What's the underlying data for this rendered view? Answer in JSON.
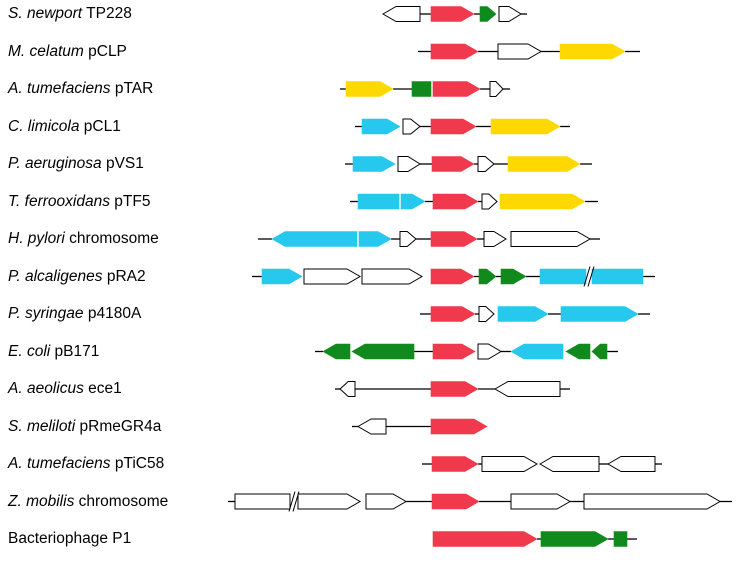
{
  "colors": {
    "red": "#f0394d",
    "green": "#108a1c",
    "yellow": "#ffd800",
    "blue": "#26c8ee",
    "white": "#ffffff",
    "stroke": "#000000"
  },
  "rows": [
    {
      "species": "S. newport",
      "element": "TP228",
      "genes": [
        {
          "s": 383,
          "e": 420,
          "dir": "L",
          "c": "white"
        },
        {
          "s": 431,
          "e": 474,
          "dir": "R",
          "c": "red"
        },
        {
          "s": 480,
          "e": 496,
          "dir": "R",
          "c": "green"
        },
        {
          "s": 499,
          "e": 521,
          "dir": "R",
          "c": "white"
        }
      ],
      "lines": [
        [
          420,
          431
        ],
        [
          474,
          480
        ],
        [
          521,
          527
        ]
      ]
    },
    {
      "species": "M. celatum",
      "element": "pCLP",
      "genes": [
        {
          "s": 431,
          "e": 478,
          "dir": "R",
          "c": "red"
        },
        {
          "s": 498,
          "e": 541,
          "dir": "R",
          "c": "white"
        },
        {
          "s": 560,
          "e": 625,
          "dir": "R",
          "c": "yellow"
        }
      ],
      "lines": [
        [
          418,
          431
        ],
        [
          478,
          498
        ],
        [
          541,
          560
        ],
        [
          625,
          640
        ]
      ]
    },
    {
      "species": "A. tumefaciens",
      "element": "pTAR",
      "genes": [
        {
          "s": 346,
          "e": 393,
          "dir": "R",
          "c": "yellow"
        },
        {
          "s": 412,
          "e": 431,
          "dir": "N",
          "c": "green"
        },
        {
          "s": 433,
          "e": 480,
          "dir": "R",
          "c": "red"
        },
        {
          "s": 490,
          "e": 503,
          "dir": "R",
          "c": "white"
        }
      ],
      "lines": [
        [
          340,
          346
        ],
        [
          393,
          412
        ],
        [
          480,
          490
        ],
        [
          503,
          510
        ]
      ]
    },
    {
      "species": "C. limicola",
      "element": "pCL1",
      "genes": [
        {
          "s": 362,
          "e": 400,
          "dir": "R",
          "c": "blue"
        },
        {
          "s": 403,
          "e": 420,
          "dir": "R",
          "c": "white"
        },
        {
          "s": 431,
          "e": 476,
          "dir": "R",
          "c": "red"
        },
        {
          "s": 491,
          "e": 560,
          "dir": "R",
          "c": "yellow"
        }
      ],
      "lines": [
        [
          355,
          362
        ],
        [
          420,
          431
        ],
        [
          476,
          491
        ],
        [
          560,
          570
        ]
      ]
    },
    {
      "species": "P. aeruginosa",
      "element": "pVS1",
      "genes": [
        {
          "s": 353,
          "e": 395,
          "dir": "R",
          "c": "blue"
        },
        {
          "s": 398,
          "e": 420,
          "dir": "R",
          "c": "white"
        },
        {
          "s": 432,
          "e": 474,
          "dir": "R",
          "c": "red"
        },
        {
          "s": 478,
          "e": 494,
          "dir": "R",
          "c": "white"
        },
        {
          "s": 508,
          "e": 580,
          "dir": "R",
          "c": "yellow"
        }
      ],
      "lines": [
        [
          345,
          353
        ],
        [
          420,
          432
        ],
        [
          474,
          478
        ],
        [
          494,
          508
        ],
        [
          580,
          592
        ]
      ]
    },
    {
      "species": "T. ferrooxidans",
      "element": "pTF5",
      "genes": [
        {
          "s": 358,
          "e": 399,
          "dir": "N",
          "c": "blue"
        },
        {
          "s": 401,
          "e": 425,
          "dir": "R",
          "c": "blue"
        },
        {
          "s": 433,
          "e": 478,
          "dir": "R",
          "c": "red"
        },
        {
          "s": 482,
          "e": 497,
          "dir": "R",
          "c": "white"
        },
        {
          "s": 500,
          "e": 585,
          "dir": "R",
          "c": "yellow"
        }
      ],
      "lines": [
        [
          350,
          358
        ],
        [
          425,
          433
        ],
        [
          478,
          482
        ],
        [
          585,
          598
        ]
      ]
    },
    {
      "species": "H. pylori",
      "element": "chromosome",
      "genes": [
        {
          "s": 272,
          "e": 357,
          "dir": "L",
          "c": "blue"
        },
        {
          "s": 359,
          "e": 391,
          "dir": "R",
          "c": "blue"
        },
        {
          "s": 400,
          "e": 416,
          "dir": "R",
          "c": "white"
        },
        {
          "s": 431,
          "e": 477,
          "dir": "R",
          "c": "red"
        },
        {
          "s": 484,
          "e": 506,
          "dir": "R",
          "c": "white"
        },
        {
          "s": 511,
          "e": 590,
          "dir": "R",
          "c": "white"
        }
      ],
      "lines": [
        [
          258,
          272
        ],
        [
          391,
          400
        ],
        [
          416,
          431
        ],
        [
          477,
          484
        ],
        [
          590,
          600
        ]
      ]
    },
    {
      "species": "P. alcaligenes",
      "element": "pRA2",
      "genes": [
        {
          "s": 262,
          "e": 302,
          "dir": "R",
          "c": "blue"
        },
        {
          "s": 304,
          "e": 360,
          "dir": "R",
          "c": "white"
        },
        {
          "s": 362,
          "e": 422,
          "dir": "R",
          "c": "white"
        },
        {
          "s": 431,
          "e": 474,
          "dir": "R",
          "c": "red"
        },
        {
          "s": 479,
          "e": 496,
          "dir": "R",
          "c": "green"
        },
        {
          "s": 501,
          "e": 526,
          "dir": "R",
          "c": "green"
        },
        {
          "s": 540,
          "e": 586,
          "dir": "N",
          "c": "blue"
        },
        {
          "s": 592,
          "e": 643,
          "dir": "N",
          "c": "blue"
        }
      ],
      "lines": [
        [
          252,
          262
        ],
        [
          474,
          479
        ],
        [
          496,
          501
        ],
        [
          526,
          540
        ],
        [
          643,
          655
        ]
      ],
      "breaks": [
        589
      ]
    },
    {
      "species": "P. syringae",
      "element": "p4180A",
      "genes": [
        {
          "s": 431,
          "e": 475,
          "dir": "R",
          "c": "red"
        },
        {
          "s": 479,
          "e": 494,
          "dir": "R",
          "c": "white"
        },
        {
          "s": 498,
          "e": 548,
          "dir": "R",
          "c": "blue"
        },
        {
          "s": 561,
          "e": 638,
          "dir": "R",
          "c": "blue"
        }
      ],
      "lines": [
        [
          420,
          431
        ],
        [
          475,
          479
        ],
        [
          548,
          561
        ],
        [
          638,
          650
        ]
      ]
    },
    {
      "species": "E. coli",
      "element": "pB171",
      "genes": [
        {
          "s": 323,
          "e": 350,
          "dir": "L",
          "c": "green"
        },
        {
          "s": 352,
          "e": 414,
          "dir": "L",
          "c": "green"
        },
        {
          "s": 433,
          "e": 475,
          "dir": "R",
          "c": "red"
        },
        {
          "s": 478,
          "e": 501,
          "dir": "R",
          "c": "white"
        },
        {
          "s": 511,
          "e": 563,
          "dir": "L",
          "c": "blue"
        },
        {
          "s": 566,
          "e": 590,
          "dir": "L",
          "c": "green"
        },
        {
          "s": 592,
          "e": 607,
          "dir": "L",
          "c": "green"
        }
      ],
      "lines": [
        [
          315,
          323
        ],
        [
          414,
          433
        ],
        [
          501,
          511
        ],
        [
          607,
          618
        ]
      ]
    },
    {
      "species": "A. aeolicus",
      "element": "ece1",
      "genes": [
        {
          "s": 340,
          "e": 355,
          "dir": "L",
          "c": "white"
        },
        {
          "s": 431,
          "e": 478,
          "dir": "R",
          "c": "red"
        },
        {
          "s": 495,
          "e": 560,
          "dir": "L",
          "c": "white"
        }
      ],
      "lines": [
        [
          335,
          340
        ],
        [
          355,
          431
        ],
        [
          478,
          495
        ],
        [
          560,
          570
        ]
      ]
    },
    {
      "species": "S. meliloti",
      "element": "pRmeGR4a",
      "genes": [
        {
          "s": 358,
          "e": 386,
          "dir": "L",
          "c": "white"
        },
        {
          "s": 431,
          "e": 487,
          "dir": "R",
          "c": "red"
        }
      ],
      "lines": [
        [
          352,
          358
        ],
        [
          386,
          431
        ]
      ]
    },
    {
      "species": "A. tumefaciens",
      "element": "pTiC58",
      "genes": [
        {
          "s": 432,
          "e": 478,
          "dir": "R",
          "c": "red"
        },
        {
          "s": 482,
          "e": 537,
          "dir": "R",
          "c": "white"
        },
        {
          "s": 540,
          "e": 599,
          "dir": "L",
          "c": "white"
        },
        {
          "s": 608,
          "e": 655,
          "dir": "L",
          "c": "white"
        }
      ],
      "lines": [
        [
          422,
          432
        ],
        [
          478,
          482
        ],
        [
          599,
          608
        ],
        [
          655,
          662
        ]
      ]
    },
    {
      "species": "Z. mobilis",
      "element": "chromosome",
      "genes": [
        {
          "s": 235,
          "e": 290,
          "dir": "N",
          "c": "white"
        },
        {
          "s": 298,
          "e": 360,
          "dir": "R",
          "c": "white"
        },
        {
          "s": 366,
          "e": 406,
          "dir": "R",
          "c": "white"
        },
        {
          "s": 432,
          "e": 479,
          "dir": "R",
          "c": "red"
        },
        {
          "s": 511,
          "e": 570,
          "dir": "R",
          "c": "white"
        },
        {
          "s": 584,
          "e": 720,
          "dir": "R",
          "c": "white"
        }
      ],
      "lines": [
        [
          228,
          235
        ],
        [
          406,
          432
        ],
        [
          479,
          511
        ],
        [
          570,
          584
        ],
        [
          720,
          732
        ]
      ],
      "breaks": [
        294
      ]
    },
    {
      "species": "",
      "element": "Bacteriophage P1",
      "genes": [
        {
          "s": 433,
          "e": 537,
          "dir": "R",
          "c": "red"
        },
        {
          "s": 541,
          "e": 608,
          "dir": "R",
          "c": "green"
        },
        {
          "s": 614,
          "e": 627,
          "dir": "N",
          "c": "green"
        }
      ],
      "lines": [
        [
          537,
          541
        ],
        [
          608,
          614
        ],
        [
          627,
          637
        ]
      ]
    }
  ]
}
